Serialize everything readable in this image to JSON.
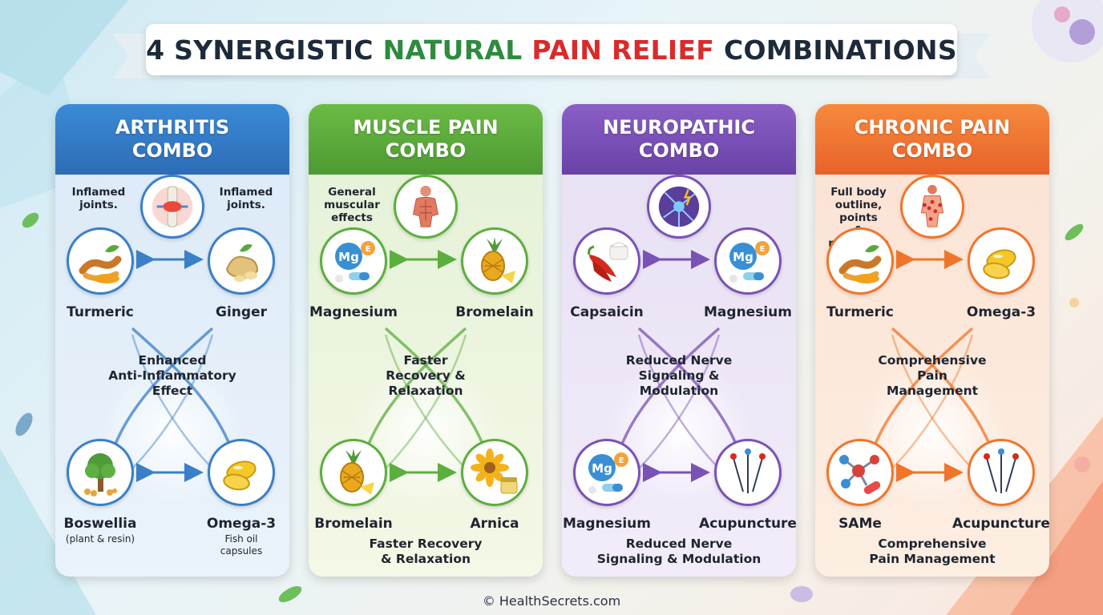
{
  "title": {
    "part1": "4 SYNERGISTIC ",
    "part2": "NATURAL ",
    "part3": "PAIN RELIEF ",
    "part4": "COMBINATIONS"
  },
  "colors": {
    "arthritis": "#3a7fc8",
    "muscle": "#5cae3e",
    "neuro": "#7a52b3",
    "chronic": "#f0752a"
  },
  "cards": [
    {
      "id": "arthritis",
      "title_line1": "ARTHRITIS",
      "title_line2": "COMBO",
      "hero_icon": "knee-joint-icon",
      "note_left": "Inflamed\njoints.",
      "note_right": "Inflamed\njoints.",
      "top_left": {
        "label": "Turmeric",
        "icon": "turmeric-icon"
      },
      "top_right": {
        "label": "Ginger",
        "icon": "ginger-icon"
      },
      "bottom_left": {
        "label": "Boswellia",
        "sub": "(plant & resin)",
        "icon": "boswellia-tree-icon"
      },
      "bottom_right": {
        "label": "Omega-3",
        "sub": "Fish oil\ncapsules",
        "icon": "fish-oil-capsule-icon"
      },
      "center": "Enhanced\nAnti-Inflammatory\nEffect",
      "footer": ""
    },
    {
      "id": "muscle",
      "title_line1": "MUSCLE PAIN",
      "title_line2": "COMBO",
      "hero_icon": "muscle-body-icon",
      "note_left": "General\nmuscular\neffects",
      "note_right": "",
      "top_left": {
        "label": "Magnesium",
        "icon": "magnesium-icon"
      },
      "top_right": {
        "label": "Bromelain",
        "icon": "pineapple-icon"
      },
      "bottom_left": {
        "label": "Bromelain",
        "sub": "",
        "icon": "pineapple-icon"
      },
      "bottom_right": {
        "label": "Arnica",
        "sub": "",
        "icon": "arnica-flower-icon"
      },
      "center": "Faster\nRecovery &\nRelaxation",
      "footer": "Faster Recovery\n& Relaxation"
    },
    {
      "id": "neuro",
      "title_line1": "NEUROPATHIC",
      "title_line2": "COMBO",
      "hero_icon": "neuron-icon",
      "note_left": "",
      "note_right": "",
      "top_left": {
        "label": "Capsaicin",
        "icon": "chili-pepper-icon"
      },
      "top_right": {
        "label": "Magnesium",
        "icon": "magnesium-icon"
      },
      "bottom_left": {
        "label": "Magnesium",
        "sub": "",
        "icon": "magnesium-icon"
      },
      "bottom_right": {
        "label": "Acupuncture",
        "sub": "",
        "icon": "acupuncture-needles-icon"
      },
      "center": "Reduced Nerve\nSignaling &\nModulation",
      "footer": "Reduced Nerve\nSignaling & Modulation"
    },
    {
      "id": "chronic",
      "title_line1": "CHRONIC PAIN",
      "title_line2": "COMBO",
      "hero_icon": "body-meridians-icon",
      "note_left": "Full body\noutline, points\n& meridians",
      "note_right": "",
      "top_left": {
        "label": "Turmeric",
        "icon": "turmeric-icon"
      },
      "top_right": {
        "label": "Omega-3",
        "icon": "fish-oil-capsule-icon"
      },
      "bottom_left": {
        "label": "SAMe",
        "sub": "",
        "icon": "molecule-icon"
      },
      "bottom_right": {
        "label": "Acupuncture",
        "sub": "",
        "icon": "acupuncture-needles-icon"
      },
      "center": "Comprehensive\nPain\nManagement",
      "footer": "Comprehensive\nPain Management"
    }
  ],
  "copyright": "© HealthSecrets.com"
}
